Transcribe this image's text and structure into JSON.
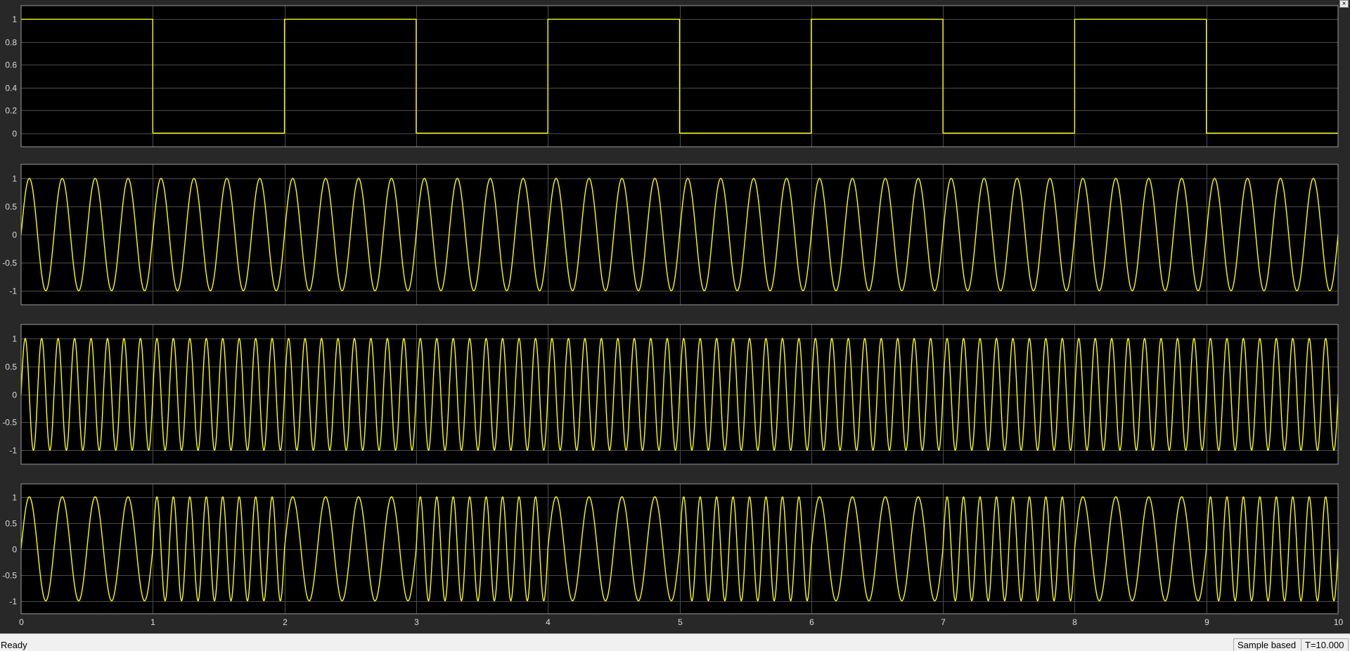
{
  "status": {
    "text": "Ready",
    "mode": "Sample based",
    "time": "T=10.000"
  },
  "window": {
    "close_glyph": "×"
  },
  "colors": {
    "background": "#282828",
    "axes": "#000000",
    "trace": "#ffff00",
    "grid": "#4c4c4c",
    "text": "#dcdcdc"
  },
  "chart_data": [
    {
      "type": "line",
      "title": "",
      "xlabel": "",
      "ylabel": "",
      "xlim": [
        0,
        10
      ],
      "ylim": [
        -0.12,
        1.12
      ],
      "xticks": [
        "0",
        "1",
        "2",
        "3",
        "4",
        "5",
        "6",
        "7",
        "8",
        "9",
        "10"
      ],
      "yticks": [
        {
          "v": 1,
          "t": "1"
        },
        {
          "v": 0.8,
          "t": "0.8"
        },
        {
          "v": 0.6,
          "t": "0.6"
        },
        {
          "v": 0.4,
          "t": "0.4"
        },
        {
          "v": 0.2,
          "t": "0.2"
        },
        {
          "v": 0,
          "t": "0"
        }
      ],
      "grid": true,
      "series": [
        {
          "kind": "square",
          "period": 2,
          "duty": 0.5,
          "amplitude": 1,
          "offset": 0
        }
      ]
    },
    {
      "type": "line",
      "title": "",
      "xlabel": "",
      "ylabel": "",
      "xlim": [
        0,
        10
      ],
      "ylim": [
        -1.25,
        1.25
      ],
      "xticks": [
        "0",
        "1",
        "2",
        "3",
        "4",
        "5",
        "6",
        "7",
        "8",
        "9",
        "10"
      ],
      "yticks": [
        {
          "v": 1,
          "t": "1"
        },
        {
          "v": 0.5,
          "t": "0.5"
        },
        {
          "v": 0,
          "t": "0"
        },
        {
          "v": -0.5,
          "t": "-0.5"
        },
        {
          "v": -1,
          "t": "-1"
        }
      ],
      "grid": true,
      "series": [
        {
          "kind": "sine",
          "frequency_hz": 4,
          "amplitude": 1,
          "phase": 0
        }
      ]
    },
    {
      "type": "line",
      "title": "",
      "xlabel": "",
      "ylabel": "",
      "xlim": [
        0,
        10
      ],
      "ylim": [
        -1.25,
        1.25
      ],
      "xticks": [
        "0",
        "1",
        "2",
        "3",
        "4",
        "5",
        "6",
        "7",
        "8",
        "9",
        "10"
      ],
      "yticks": [
        {
          "v": 1,
          "t": "1"
        },
        {
          "v": 0.5,
          "t": "0.5"
        },
        {
          "v": 0,
          "t": "0"
        },
        {
          "v": -0.5,
          "t": "-0.5"
        },
        {
          "v": -1,
          "t": "-1"
        }
      ],
      "grid": true,
      "series": [
        {
          "kind": "sine",
          "frequency_hz": 8,
          "amplitude": 1,
          "phase": 0
        }
      ]
    },
    {
      "type": "line",
      "title": "",
      "xlabel": "",
      "ylabel": "",
      "xlim": [
        0,
        10
      ],
      "ylim": [
        -1.25,
        1.25
      ],
      "xticks": [
        "0",
        "1",
        "2",
        "3",
        "4",
        "5",
        "6",
        "7",
        "8",
        "9",
        "10"
      ],
      "yticks": [
        {
          "v": 1,
          "t": "1"
        },
        {
          "v": 0.5,
          "t": "0.5"
        },
        {
          "v": 0,
          "t": "0"
        },
        {
          "v": -0.5,
          "t": "-0.5"
        },
        {
          "v": -1,
          "t": "-1"
        }
      ],
      "grid": true,
      "series": [
        {
          "kind": "fsk",
          "carrier_hz": [
            4,
            8
          ],
          "switch_period": 2,
          "high_first": false,
          "amplitude": 1
        }
      ]
    }
  ]
}
